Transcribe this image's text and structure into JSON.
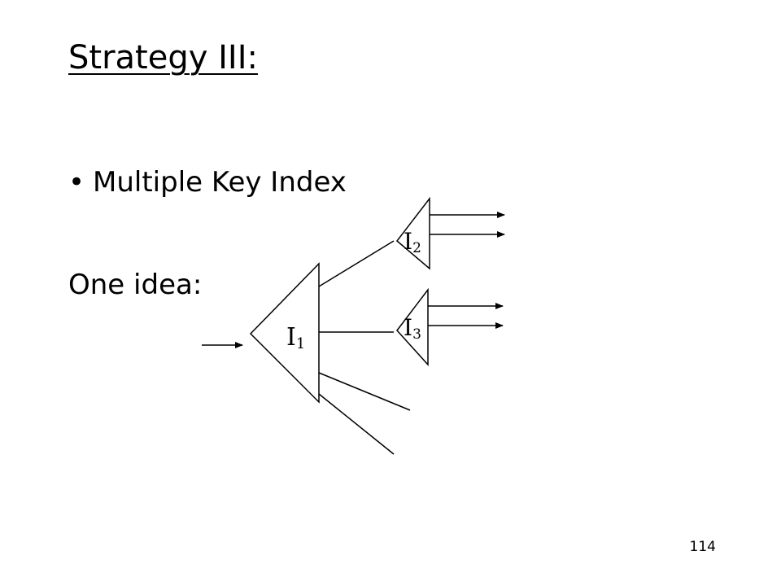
{
  "slide": {
    "title": "Strategy III:",
    "bullets": [
      {
        "symbol": "•",
        "text": "Multiple Key Index"
      }
    ],
    "subheading": "One idea:",
    "page_number": "114"
  },
  "diagram": {
    "nodes": [
      {
        "id": "i1",
        "letter": "I",
        "subscript": "1"
      },
      {
        "id": "i2",
        "letter": "I",
        "subscript": "2"
      },
      {
        "id": "i3",
        "letter": "I",
        "subscript": "3"
      }
    ],
    "stroke_color": "#000000"
  }
}
